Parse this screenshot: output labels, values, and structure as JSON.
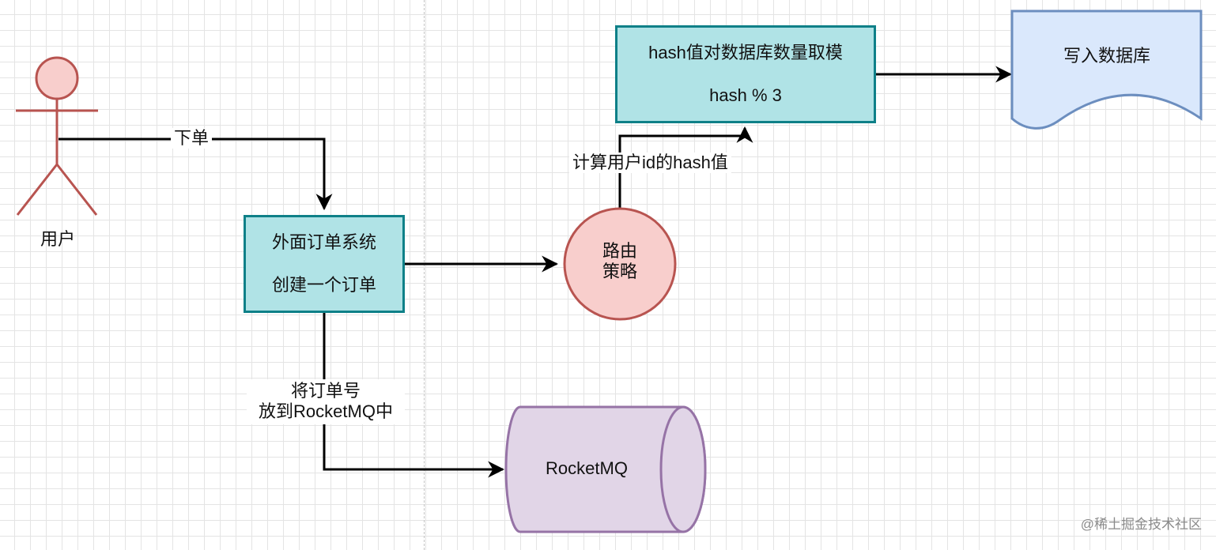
{
  "actor": {
    "label": "用户"
  },
  "order_system": {
    "line1": "外面订单系统",
    "line2": "创建一个订单"
  },
  "router": {
    "line1": "路由",
    "line2": "策略"
  },
  "hash_box": {
    "line1": "hash值对数据库数量取模",
    "line2": "hash % 3"
  },
  "database": {
    "label": "写入数据库"
  },
  "queue": {
    "label": "RocketMQ"
  },
  "edges": {
    "place_order": "下单",
    "compute_hash": "计算用户id的hash值",
    "to_mq_line1": "将订单号",
    "to_mq_line2": "放到RocketMQ中"
  },
  "watermark": "@稀土掘金技术社区",
  "colors": {
    "actor_fill": "#f8cecc",
    "actor_stroke": "#b85450",
    "process_fill": "#b0e3e6",
    "process_stroke": "#0e8088",
    "doc_fill": "#dae8fc",
    "doc_stroke": "#6c8ebf",
    "queue_fill": "#e1d5e7",
    "queue_stroke": "#9673a6"
  }
}
